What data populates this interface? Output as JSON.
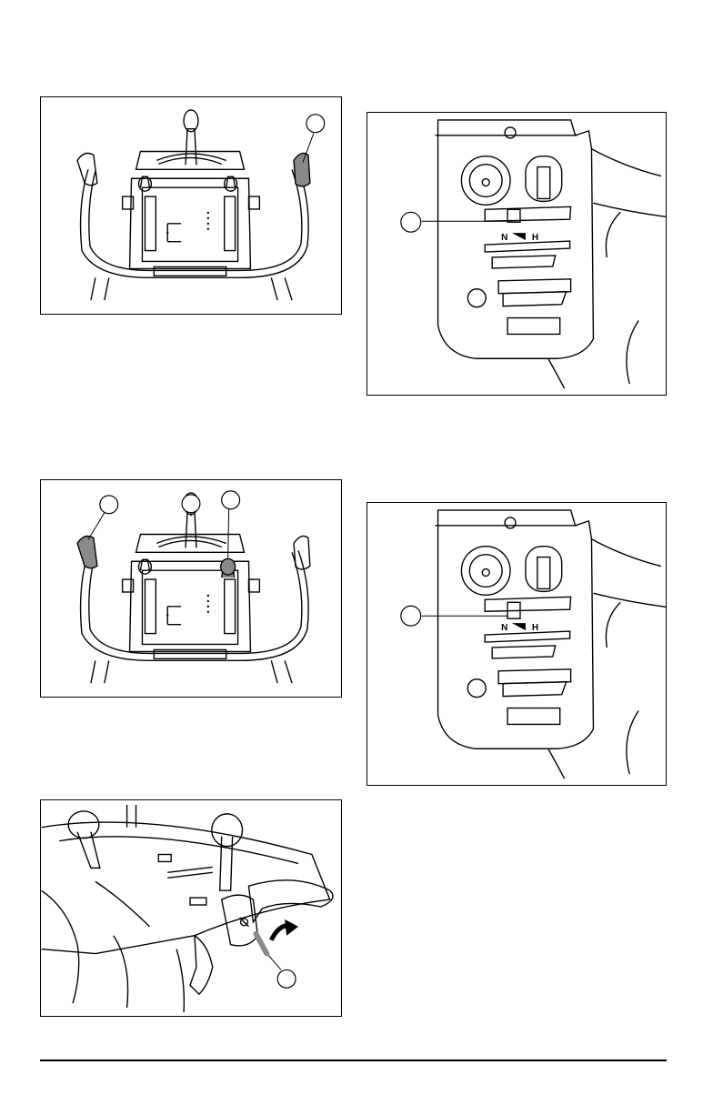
{
  "figures": [
    {
      "id": "fig1",
      "kind": "handlebar-control-panel",
      "callouts": 1
    },
    {
      "id": "fig2",
      "kind": "engine-control-closeup",
      "callouts": 1
    },
    {
      "id": "fig3",
      "kind": "handlebar-control-panel",
      "callouts": 3
    },
    {
      "id": "fig4",
      "kind": "engine-control-closeup",
      "callouts": 1
    },
    {
      "id": "fig5",
      "kind": "handle-lever-perspective",
      "callouts": 1
    }
  ],
  "panel_markings": {
    "neutral": "N",
    "high": "H"
  },
  "colors": {
    "ink": "#000000",
    "paper": "#ffffff",
    "highlight": "#8a8a8a"
  }
}
